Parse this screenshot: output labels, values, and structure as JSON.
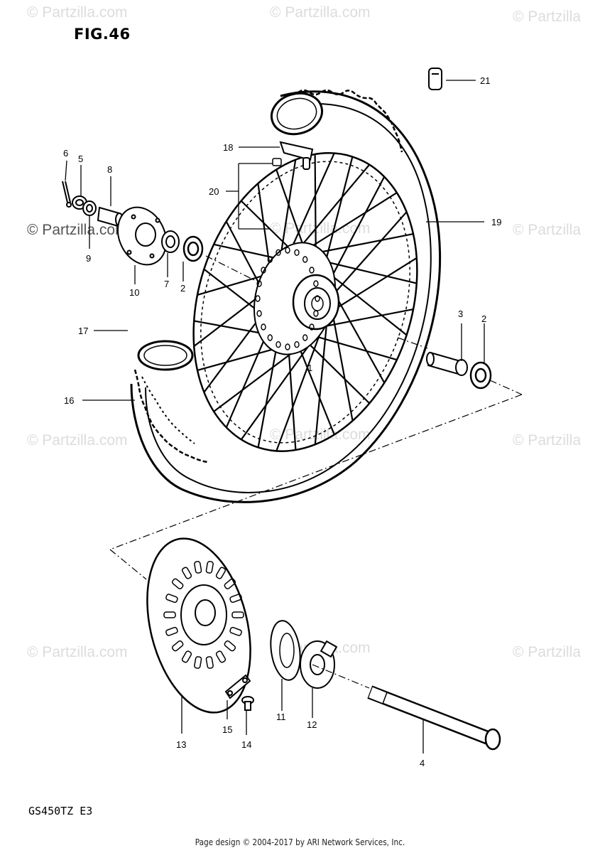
{
  "figure": {
    "title": "FIG.46",
    "model_code": "GS450TZ  E3",
    "footer": "Page design © 2004-2017 by ARI Network Services, Inc."
  },
  "watermark": {
    "text": "© Partzilla.com",
    "text_short": "© Partzilla",
    "text_mid": "© Partzilla.com"
  },
  "parts": [
    {
      "ref": "1"
    },
    {
      "ref": "2"
    },
    {
      "ref": "2"
    },
    {
      "ref": "3"
    },
    {
      "ref": "4"
    },
    {
      "ref": "5"
    },
    {
      "ref": "6"
    },
    {
      "ref": "7"
    },
    {
      "ref": "8"
    },
    {
      "ref": "9"
    },
    {
      "ref": "10"
    },
    {
      "ref": "11"
    },
    {
      "ref": "12"
    },
    {
      "ref": "13"
    },
    {
      "ref": "14"
    },
    {
      "ref": "15"
    },
    {
      "ref": "16"
    },
    {
      "ref": "17"
    },
    {
      "ref": "18"
    },
    {
      "ref": "19"
    },
    {
      "ref": "20"
    },
    {
      "ref": "21"
    }
  ]
}
